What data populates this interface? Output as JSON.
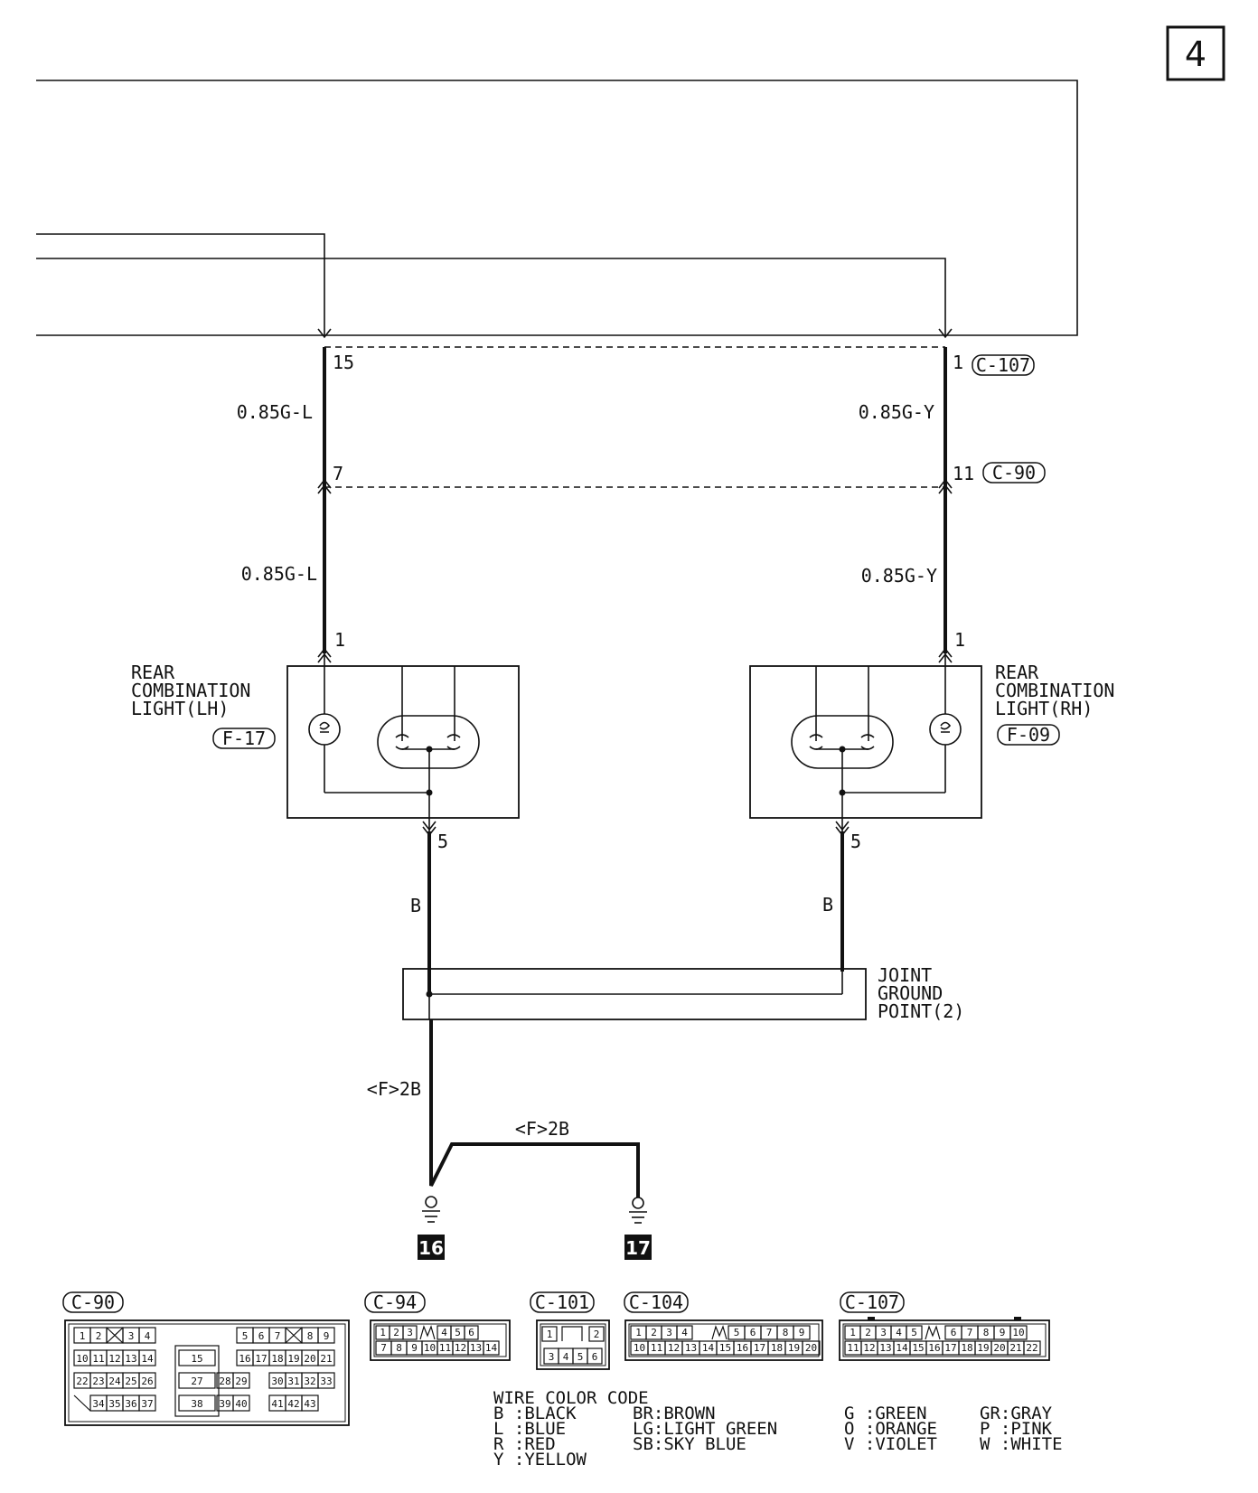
{
  "page_number": "4",
  "connectors_top": {
    "c107": {
      "label": "C-107",
      "pin_left": "15",
      "pin_right": "1"
    },
    "c90": {
      "label": "C-90",
      "pin_left": "7",
      "pin_right": "11"
    }
  },
  "wires": {
    "upper_left": "0.85G-L",
    "upper_right": "0.85G-Y",
    "lower_left": "0.85G-L",
    "lower_right": "0.85G-Y",
    "ground_left": "B",
    "ground_right": "B",
    "to_ground16": "<F>2B",
    "to_ground17": "<F>2B"
  },
  "components": {
    "lh": {
      "line1": "REAR",
      "line2": "COMBINATION",
      "line3": "LIGHT(LH)",
      "connector": "F-17",
      "pin_top": "1",
      "pin_bottom": "5"
    },
    "rh": {
      "line1": "REAR",
      "line2": "COMBINATION",
      "line3": "LIGHT(RH)",
      "connector": "F-09",
      "pin_top": "1",
      "pin_bottom": "5"
    },
    "joint": {
      "line1": "JOINT",
      "line2": "GROUND",
      "line3": "POINT(2)"
    }
  },
  "grounds": [
    "16",
    "17"
  ],
  "connector_faces": {
    "c90": {
      "label": "C-90",
      "pins": [
        "1",
        "2",
        "3",
        "4",
        "5",
        "6",
        "7",
        "8",
        "9",
        "10",
        "11",
        "12",
        "13",
        "14",
        "15",
        "16",
        "17",
        "18",
        "19",
        "20",
        "21",
        "22",
        "23",
        "24",
        "25",
        "26",
        "27",
        "28",
        "29",
        "30",
        "31",
        "32",
        "33",
        "34",
        "35",
        "36",
        "37",
        "38",
        "39",
        "40",
        "41",
        "42",
        "43"
      ]
    },
    "c94": {
      "label": "C-94",
      "pins": [
        "1",
        "2",
        "3",
        "4",
        "5",
        "6",
        "7",
        "8",
        "9",
        "10",
        "11",
        "12",
        "13",
        "14"
      ]
    },
    "c101": {
      "label": "C-101",
      "pins": [
        "1",
        "2",
        "3",
        "4",
        "5",
        "6"
      ]
    },
    "c104": {
      "label": "C-104",
      "pins": [
        "1",
        "2",
        "3",
        "4",
        "5",
        "6",
        "7",
        "8",
        "9",
        "10",
        "11",
        "12",
        "13",
        "14",
        "15",
        "16",
        "17",
        "18",
        "19",
        "20"
      ]
    },
    "c107": {
      "label": "C-107",
      "pins": [
        "1",
        "2",
        "3",
        "4",
        "5",
        "6",
        "7",
        "8",
        "9",
        "10",
        "11",
        "12",
        "13",
        "14",
        "15",
        "16",
        "17",
        "18",
        "19",
        "20",
        "21",
        "22"
      ]
    }
  },
  "wire_color_code": {
    "title": "WIRE COLOR CODE",
    "columns": [
      [
        "B :BLACK",
        "L :BLUE",
        "R :RED",
        "Y :YELLOW"
      ],
      [
        "BR:BROWN",
        "LG:LIGHT GREEN",
        "SB:SKY BLUE"
      ],
      [
        "G :GREEN",
        "O :ORANGE",
        "V :VIOLET"
      ],
      [
        "GR:GRAY",
        "P :PINK",
        "W :WHITE"
      ]
    ]
  }
}
